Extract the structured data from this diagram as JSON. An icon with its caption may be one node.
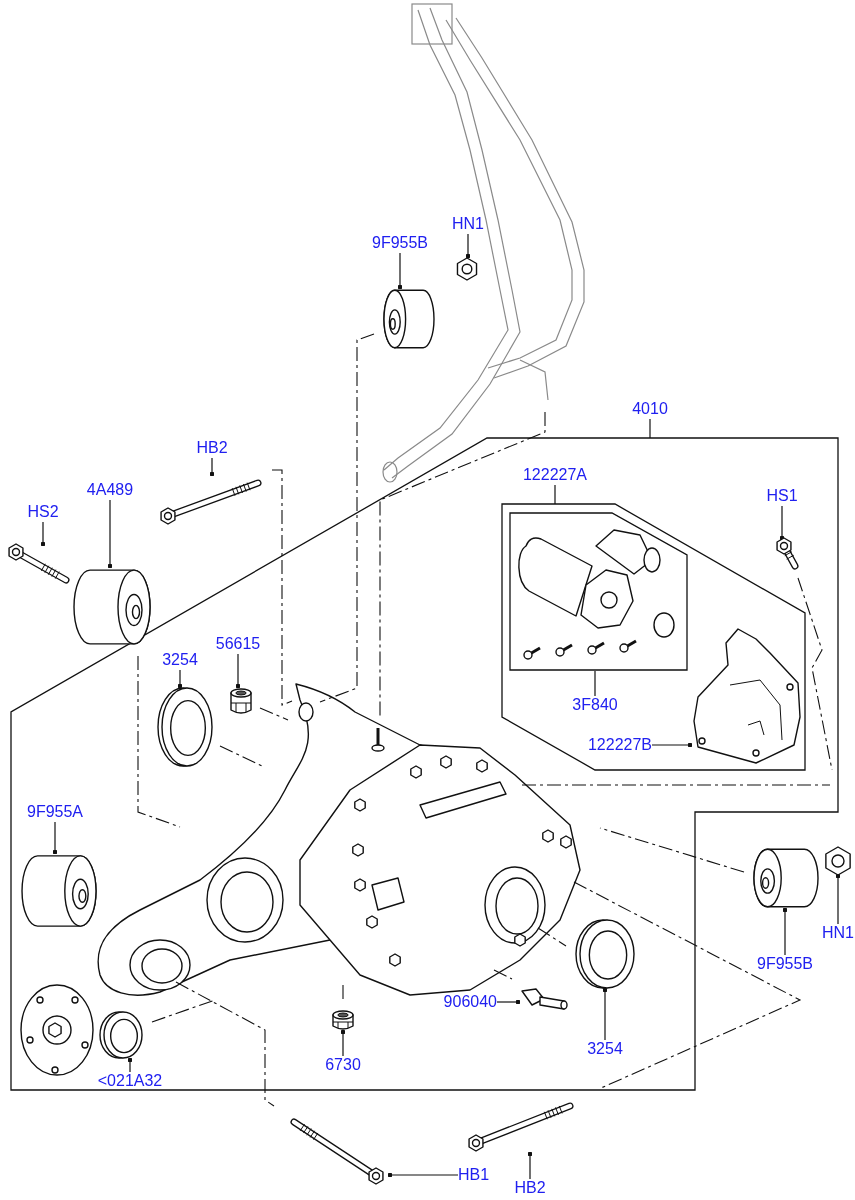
{
  "diagram": {
    "nodes": [
      {
        "text": [
          "9F955B"
        ]
      },
      {
        "text": [],
        "shape": "picture"
      },
      {
        "text": [
          "HN1"
        ]
      },
      {
        "text": [],
        "shape": "picture"
      },
      {
        "text": [
          "4010"
        ]
      },
      {
        "text": [],
        "shape": "box"
      },
      {
        "text": [
          "HB2"
        ]
      },
      {
        "text": [],
        "shape": "picture"
      },
      {
        "text": [
          "4A489"
        ]
      },
      {
        "text": [],
        "shape": "picture"
      },
      {
        "text": [
          "HS2"
        ]
      },
      {
        "text": [],
        "shape": "picture"
      },
      {
        "text": [
          "122227A"
        ],
        "in": 5
      },
      {
        "text": [],
        "shape": "box",
        "in": 5
      },
      {
        "text": [],
        "shape": "box",
        "in": 13
      },
      {
        "text": [
          "3F840"
        ],
        "in": 13
      },
      {
        "text": [
          "HS1"
        ],
        "in": 5
      },
      {
        "text": [],
        "shape": "picture",
        "in": 5
      },
      {
        "text": [
          "56615"
        ],
        "in": 5
      },
      {
        "text": [],
        "shape": "picture",
        "in": 5
      },
      {
        "text": [
          "3254"
        ],
        "in": 5
      },
      {
        "text": [],
        "shape": "picture",
        "in": 5
      },
      {
        "text": [
          "122227B"
        ],
        "in": 13
      },
      {
        "text": [],
        "shape": "picture",
        "in": 13
      },
      {
        "text": [
          "9F955A"
        ],
        "in": 5
      },
      {
        "text": [],
        "shape": "picture",
        "in": 5
      },
      {
        "text": [],
        "shape": "picture"
      },
      {
        "text": [
          "HN1"
        ]
      },
      {
        "text": [],
        "shape": "picture"
      },
      {
        "text": [
          "9F955B"
        ]
      },
      {
        "text": [
          "906040"
        ],
        "in": 5
      },
      {
        "text": [],
        "shape": "picture",
        "in": 5
      },
      {
        "text": [],
        "shape": "picture",
        "in": 5
      },
      {
        "text": [
          "3254"
        ],
        "in": 5
      },
      {
        "text": [],
        "shape": "picture",
        "in": 5
      },
      {
        "text": [
          "6730"
        ],
        "in": 5
      },
      {
        "text": [],
        "shape": "picture",
        "in": 5
      },
      {
        "text": [
          "<021A32"
        ],
        "in": 5
      },
      {
        "text": [],
        "shape": "picture"
      },
      {
        "text": [
          "HB1"
        ]
      },
      {
        "text": [],
        "shape": "picture"
      },
      {
        "text": [
          "HB2"
        ]
      }
    ],
    "edges": [
      {
        "from": 0,
        "to": 1,
        "arrow": "other"
      },
      {
        "from": 2,
        "to": 3,
        "arrow": "other"
      },
      {
        "from": 4,
        "to": 5,
        "arrow": "none"
      },
      {
        "from": 6,
        "to": 7,
        "arrow": "other"
      },
      {
        "from": 8,
        "to": 9,
        "arrow": "other"
      },
      {
        "from": 10,
        "to": 11,
        "arrow": "other"
      },
      {
        "from": 12,
        "to": 13,
        "arrow": "none"
      },
      {
        "from": 15,
        "to": 14,
        "arrow": "none"
      },
      {
        "from": 16,
        "to": 17,
        "arrow": "other"
      },
      {
        "from": 18,
        "to": 19,
        "arrow": "other"
      },
      {
        "from": 20,
        "to": 21,
        "arrow": "other"
      },
      {
        "from": 22,
        "to": 23,
        "arrow": "other"
      },
      {
        "from": 24,
        "to": 25,
        "arrow": "other"
      },
      {
        "from": 27,
        "to": 26,
        "arrow": "other"
      },
      {
        "from": 29,
        "to": 28,
        "arrow": "other"
      },
      {
        "from": 30,
        "to": 31,
        "arrow": "other"
      },
      {
        "from": 33,
        "to": 32,
        "arrow": "other"
      },
      {
        "from": 35,
        "to": 34,
        "arrow": "other"
      },
      {
        "from": 37,
        "to": 36,
        "arrow": "other"
      },
      {
        "from": 39,
        "to": 38,
        "arrow": "other"
      },
      {
        "from": 41,
        "to": 40,
        "arrow": "other"
      }
    ]
  }
}
